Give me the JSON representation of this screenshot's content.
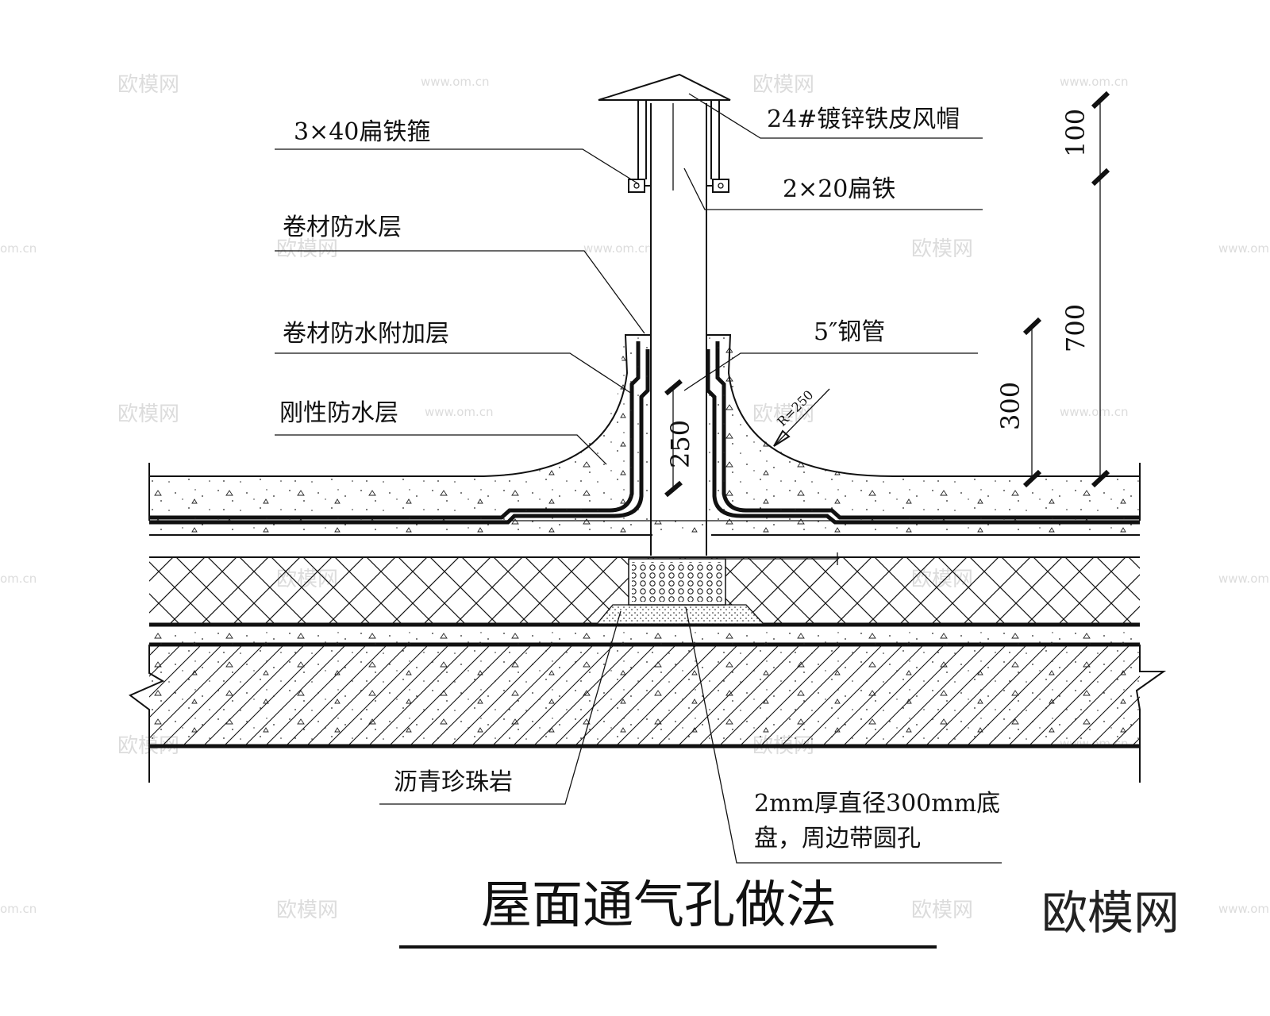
{
  "labels": {
    "flat_hoop": "3×40扁铁箍",
    "wind_cap": "24#镀锌铁皮风帽",
    "flat_iron": "2×20扁铁",
    "membrane": "卷材防水层",
    "membrane_extra": "卷材防水附加层",
    "steel_pipe": "5″钢管",
    "rigid": "刚性防水层",
    "perlite": "沥青珍珠岩",
    "tray_line1": "2mm厚直径300mm底",
    "tray_line2": "盘，周边带圆孔"
  },
  "dimensions": {
    "d100": "100",
    "d700": "700",
    "d300": "300",
    "d250": "250",
    "radius": "R=250"
  },
  "title": "屋面通气孔做法",
  "brand": "欧模网",
  "watermark": {
    "logo": "欧模网",
    "url": "www.om.cn",
    "url_short": "om.cn"
  }
}
